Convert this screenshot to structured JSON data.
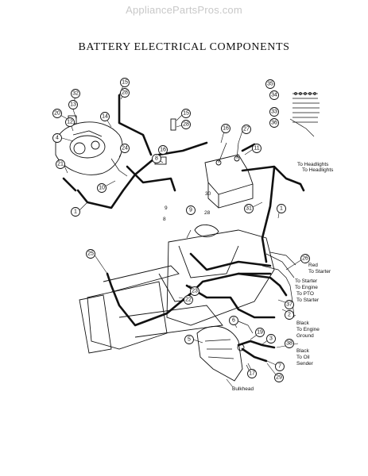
{
  "watermark": "AppliancePartsPros.com",
  "title": "BATTERY ELECTRICAL COMPONENTS",
  "callouts": [
    "15",
    "28",
    "32",
    "13",
    "20",
    "12",
    "4",
    "14",
    "15",
    "28",
    "16",
    "27",
    "11",
    "24",
    "8",
    "10",
    "21",
    "1",
    "30",
    "31",
    "9",
    "28",
    "9",
    "8",
    "35",
    "34",
    "33",
    "36",
    "25",
    "26",
    "23",
    "22",
    "37",
    "2",
    "6",
    "19",
    "3",
    "5",
    "38",
    "17",
    "29",
    "7",
    "1"
  ],
  "labels": {
    "to_headlights_a": "To Headlights",
    "to_headlights_b": "To Headlights",
    "red": "Red",
    "to_starter_1": "To Starter",
    "to_starter_2": "To Starter",
    "to_engine": "To Engine",
    "to_pto": "To PTO",
    "to_starter_3": "To Starter",
    "black_1": "Black",
    "to_engine_2": "To Engine",
    "ground": "Ground",
    "black_2": "Black",
    "to_oil": "To Oil",
    "sender": "Sender",
    "bulkhead": "Bulkhead"
  }
}
